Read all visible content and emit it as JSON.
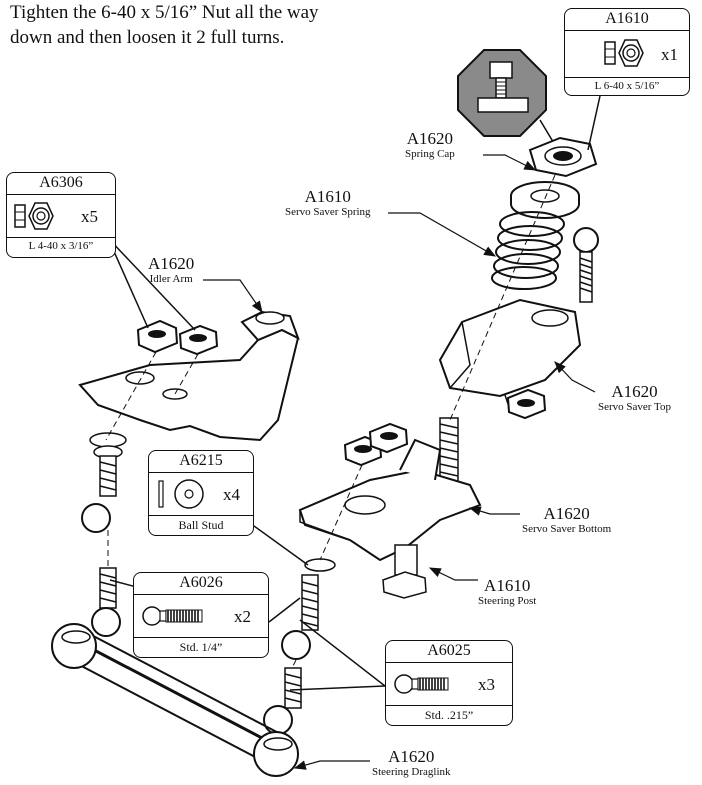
{
  "instruction": {
    "line1": "Tighten the 6-40 x 5/16” Nut all the way",
    "line2": "down and then loosen it 2 full turns."
  },
  "hardware_boxes": {
    "a1610_nut": {
      "part_no": "A1610",
      "qty": "x1",
      "spec": "L 6-40 x 5/16”"
    },
    "a6306_nut": {
      "part_no": "A6306",
      "qty": "x5",
      "spec": "L 4-40 x 3/16”"
    },
    "a6215_ball": {
      "part_no": "A6215",
      "qty": "x4",
      "spec": "Ball Stud"
    },
    "a6026_stud": {
      "part_no": "A6026",
      "qty": "x2",
      "spec": "Std. 1/4”"
    },
    "a6025_stud": {
      "part_no": "A6025",
      "qty": "x3",
      "spec": "Std. .215”"
    }
  },
  "callouts": {
    "spring_cap": {
      "part_no": "A1620",
      "name": "Spring Cap"
    },
    "servo_saver_spring": {
      "part_no": "A1610",
      "name": "Servo Saver Spring"
    },
    "idler_arm": {
      "part_no": "A1620",
      "name": "Idler Arm"
    },
    "servo_saver_top": {
      "part_no": "A1620",
      "name": "Servo Saver Top"
    },
    "servo_saver_bottom": {
      "part_no": "A1620",
      "name": "Servo Saver Bottom"
    },
    "steering_post": {
      "part_no": "A1610",
      "name": "Steering Post"
    },
    "steering_draglink": {
      "part_no": "A1620",
      "name": "Steering Draglink"
    }
  },
  "icons": [
    "nut-icon",
    "washer-icon",
    "ball-stud-icon",
    "bolt-detail-icon"
  ],
  "colors": {
    "ink": "#111111",
    "shade": "#bdbdbd",
    "detail_octagon": "#8a8a8a"
  }
}
